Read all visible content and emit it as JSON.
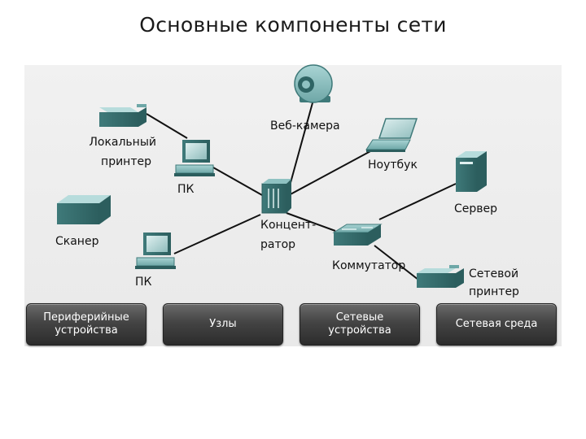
{
  "title": "Основные компоненты сети",
  "devices": {
    "webcam": "Веб-камера",
    "laptop": "Ноутбук",
    "local_printer_line1": "Локальный",
    "local_printer_line2": "принтер",
    "pc_top": "ПК",
    "server": "Сервер",
    "scanner": "Сканер",
    "hub_line1": "Концент-",
    "hub_line2": "ратор",
    "switch": "Коммутатор",
    "pc_bottom": "ПК",
    "net_printer_line1": "Сетевой",
    "net_printer_line2": "принтер"
  },
  "categories": {
    "peripheral_line1": "Периферийные",
    "peripheral_line2": "устройства",
    "hosts": "Узлы",
    "network_devices_line1": "Сетевые",
    "network_devices_line2": "устройства",
    "media": "Сетевая среда"
  },
  "colors": {
    "device_teal": "#4f8f8f",
    "device_light": "#8fc2c2",
    "cable": "#111111",
    "category_bg": "#3a3a3a"
  },
  "icons": [
    "webcam-icon",
    "laptop-icon",
    "printer-icon",
    "pc-icon",
    "server-icon",
    "scanner-icon",
    "hub-icon",
    "switch-icon"
  ]
}
